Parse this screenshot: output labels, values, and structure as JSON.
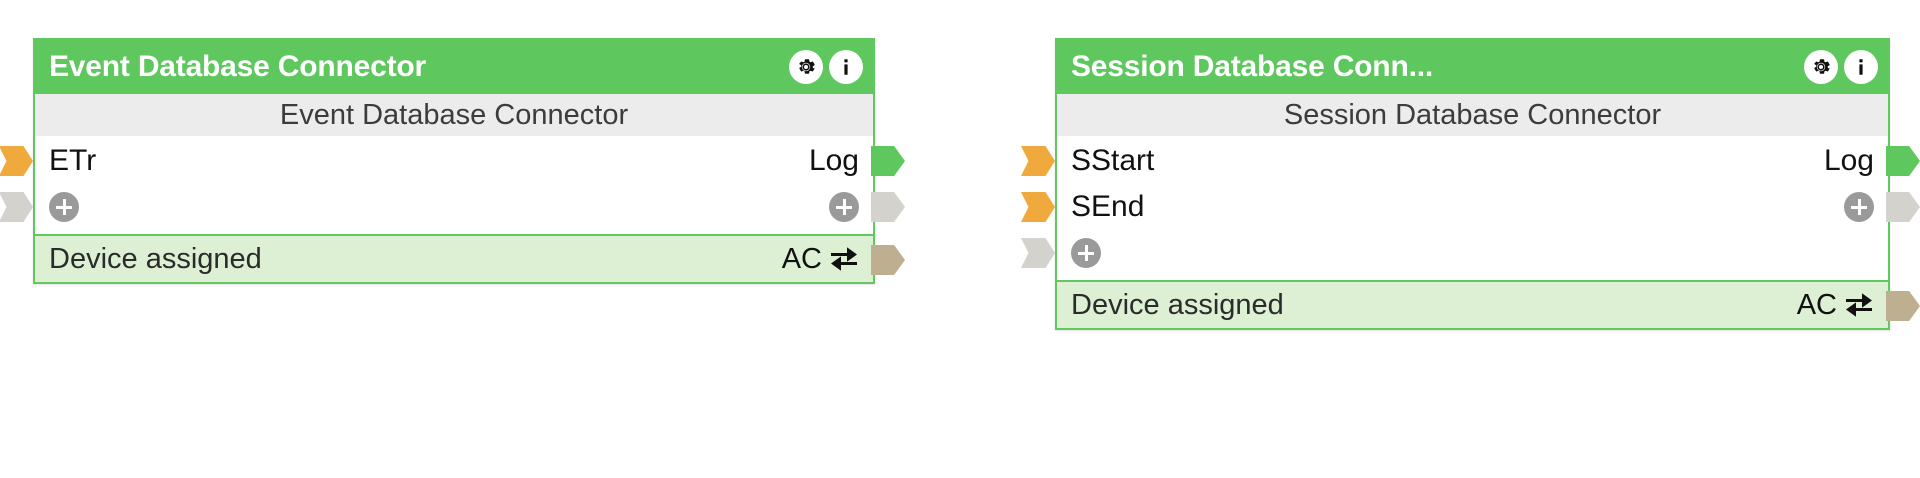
{
  "canvas": {
    "background": "#ffffff",
    "accent_green": "#5ec75e",
    "border_green": "#61c861",
    "subtitle_bg": "#ececec",
    "footer_bg": "#ddf0d4",
    "port_orange": "#f0a93c",
    "port_gray": "#d4d2cd",
    "port_green": "#5ec75e",
    "port_tan": "#bdaf90"
  },
  "nodes": [
    {
      "id": "event-database-connector",
      "title": "Event Database Connector",
      "subtitle": "Event Database Connector",
      "header_icons": [
        {
          "name": "gear-icon",
          "glyph": "gear"
        },
        {
          "name": "info-icon",
          "glyph": "info"
        }
      ],
      "rows": [
        {
          "left_label": "ETr",
          "left_port": "orange",
          "right_label": "Log",
          "right_port": "green"
        },
        {
          "left_label": "",
          "left_plus": "add-input-port",
          "left_port": "gray",
          "right_label": "",
          "right_plus": "add-output-port",
          "right_port": "gray"
        }
      ],
      "footer": {
        "label": "Device assigned",
        "value": "AC",
        "icon": "swap-icon",
        "port": "tan"
      }
    },
    {
      "id": "session-database-connector",
      "title": "Session Database Conn...",
      "subtitle": "Session Database Connector",
      "header_icons": [
        {
          "name": "gear-icon",
          "glyph": "gear"
        },
        {
          "name": "info-icon",
          "glyph": "info"
        }
      ],
      "rows": [
        {
          "left_label": "SStart",
          "left_port": "orange",
          "right_label": "Log",
          "right_port": "green"
        },
        {
          "left_label": "SEnd",
          "left_port": "orange",
          "right_label": "",
          "right_plus": "add-output-port",
          "right_port": "gray"
        },
        {
          "left_label": "",
          "left_plus": "add-input-port",
          "left_port": "gray",
          "right_label": "",
          "right_port": "none"
        }
      ],
      "footer": {
        "label": "Device assigned",
        "value": "AC",
        "icon": "swap-icon",
        "port": "tan"
      }
    }
  ]
}
